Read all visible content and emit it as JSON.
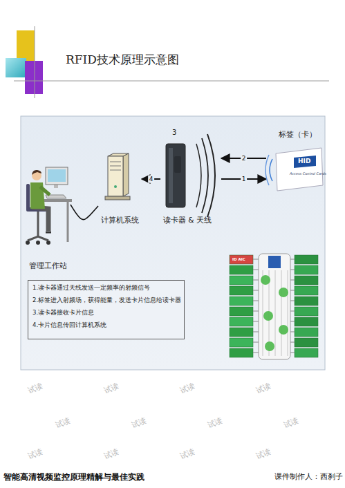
{
  "diagram": {
    "title": "RFID技术原理示意图",
    "nodes": [
      {
        "text": [
          "管理工作站"
        ]
      },
      {
        "text": [
          "计算机系统"
        ]
      },
      {
        "text": [
          "3",
          "读卡器 & 天线"
        ]
      },
      {
        "text": [
          "标签（卡）",
          "HID",
          "Access Control Cards"
        ]
      },
      {
        "text": [
          "1.读卡器通过天线发送一定频率的射频信号",
          "2.标签进入射频场，获得能量，发送卡片信息给读卡器",
          "3.读卡器接收卡片信息",
          "4.卡片信息传回计算机系统"
        ]
      },
      {
        "text": [
          "ID AIC"
        ]
      }
    ],
    "edges": [
      {
        "from": 0,
        "to": 1,
        "arrow": "none"
      },
      {
        "from": 2,
        "to": 3,
        "arrow": "to",
        "label": "1"
      },
      {
        "from": 3,
        "to": 2,
        "arrow": "to",
        "label": "2"
      },
      {
        "from": 2,
        "to": 1,
        "arrow": "to",
        "label": "4"
      }
    ],
    "labels": [
      "试读",
      "试读",
      "试读",
      "试读",
      "试读",
      "试读",
      "试读",
      "试读",
      "试读",
      "试读",
      "试读",
      "试读",
      "智能高清视频监控原理精解与最佳实践",
      "课件制作人：西刹子"
    ]
  }
}
